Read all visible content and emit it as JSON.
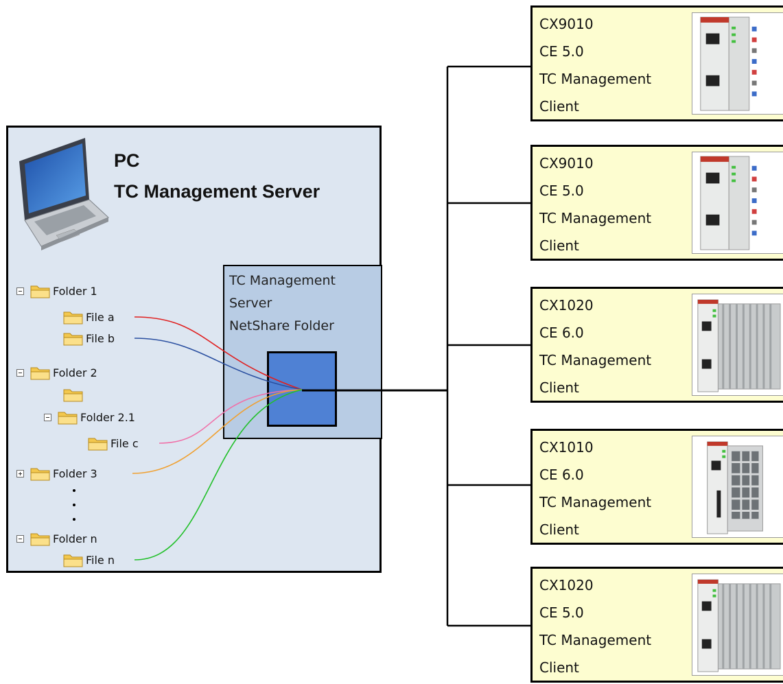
{
  "server": {
    "title_line1": "PC",
    "title_line2": "TC Management Server",
    "share_folder_lines": [
      "TC Management",
      "Server",
      "NetShare Folder"
    ]
  },
  "tree": [
    {
      "toggle": "minus",
      "label": "Folder 1"
    },
    {
      "toggle": "none",
      "label": "File a"
    },
    {
      "toggle": "none",
      "label": "File b"
    },
    {
      "toggle": "minus",
      "label": "Folder 2"
    },
    {
      "toggle": "none",
      "label": ""
    },
    {
      "toggle": "minus",
      "label": "Folder 2.1"
    },
    {
      "toggle": "none",
      "label": "File c"
    },
    {
      "toggle": "plus",
      "label": "Folder 3"
    },
    {
      "toggle": "minus",
      "label": "Folder n"
    },
    {
      "toggle": "none",
      "label": "File n"
    }
  ],
  "clients": [
    {
      "model": "CX9010",
      "os": "CE 5.0",
      "role_line1": "TC Management",
      "role_line2": "Client",
      "device_icon": "cx9010-device-icon"
    },
    {
      "model": "CX9010",
      "os": "CE 5.0",
      "role_line1": "TC Management",
      "role_line2": "Client",
      "device_icon": "cx9010-device-icon"
    },
    {
      "model": "CX1020",
      "os": "CE 6.0",
      "role_line1": "TC Management",
      "role_line2": "Client",
      "device_icon": "cx1020-device-icon"
    },
    {
      "model": "CX1010",
      "os": "CE 6.0",
      "role_line1": "TC Management",
      "role_line2": "Client",
      "device_icon": "cx1010-device-icon"
    },
    {
      "model": "CX1020",
      "os": "CE 5.0",
      "role_line1": "TC Management",
      "role_line2": "Client",
      "device_icon": "cx1020-device-icon"
    }
  ],
  "colors": {
    "pc_box": "#dde6f1",
    "share_box": "#b8cce4",
    "share_inner": "#4f81d4",
    "client_box": "#fdfdd0",
    "link_file_a": "#e02020",
    "link_file_b": "#2a4fa0",
    "link_file_c": "#f070a8",
    "link_folder_3": "#f0a030",
    "link_file_n": "#22c02a"
  }
}
